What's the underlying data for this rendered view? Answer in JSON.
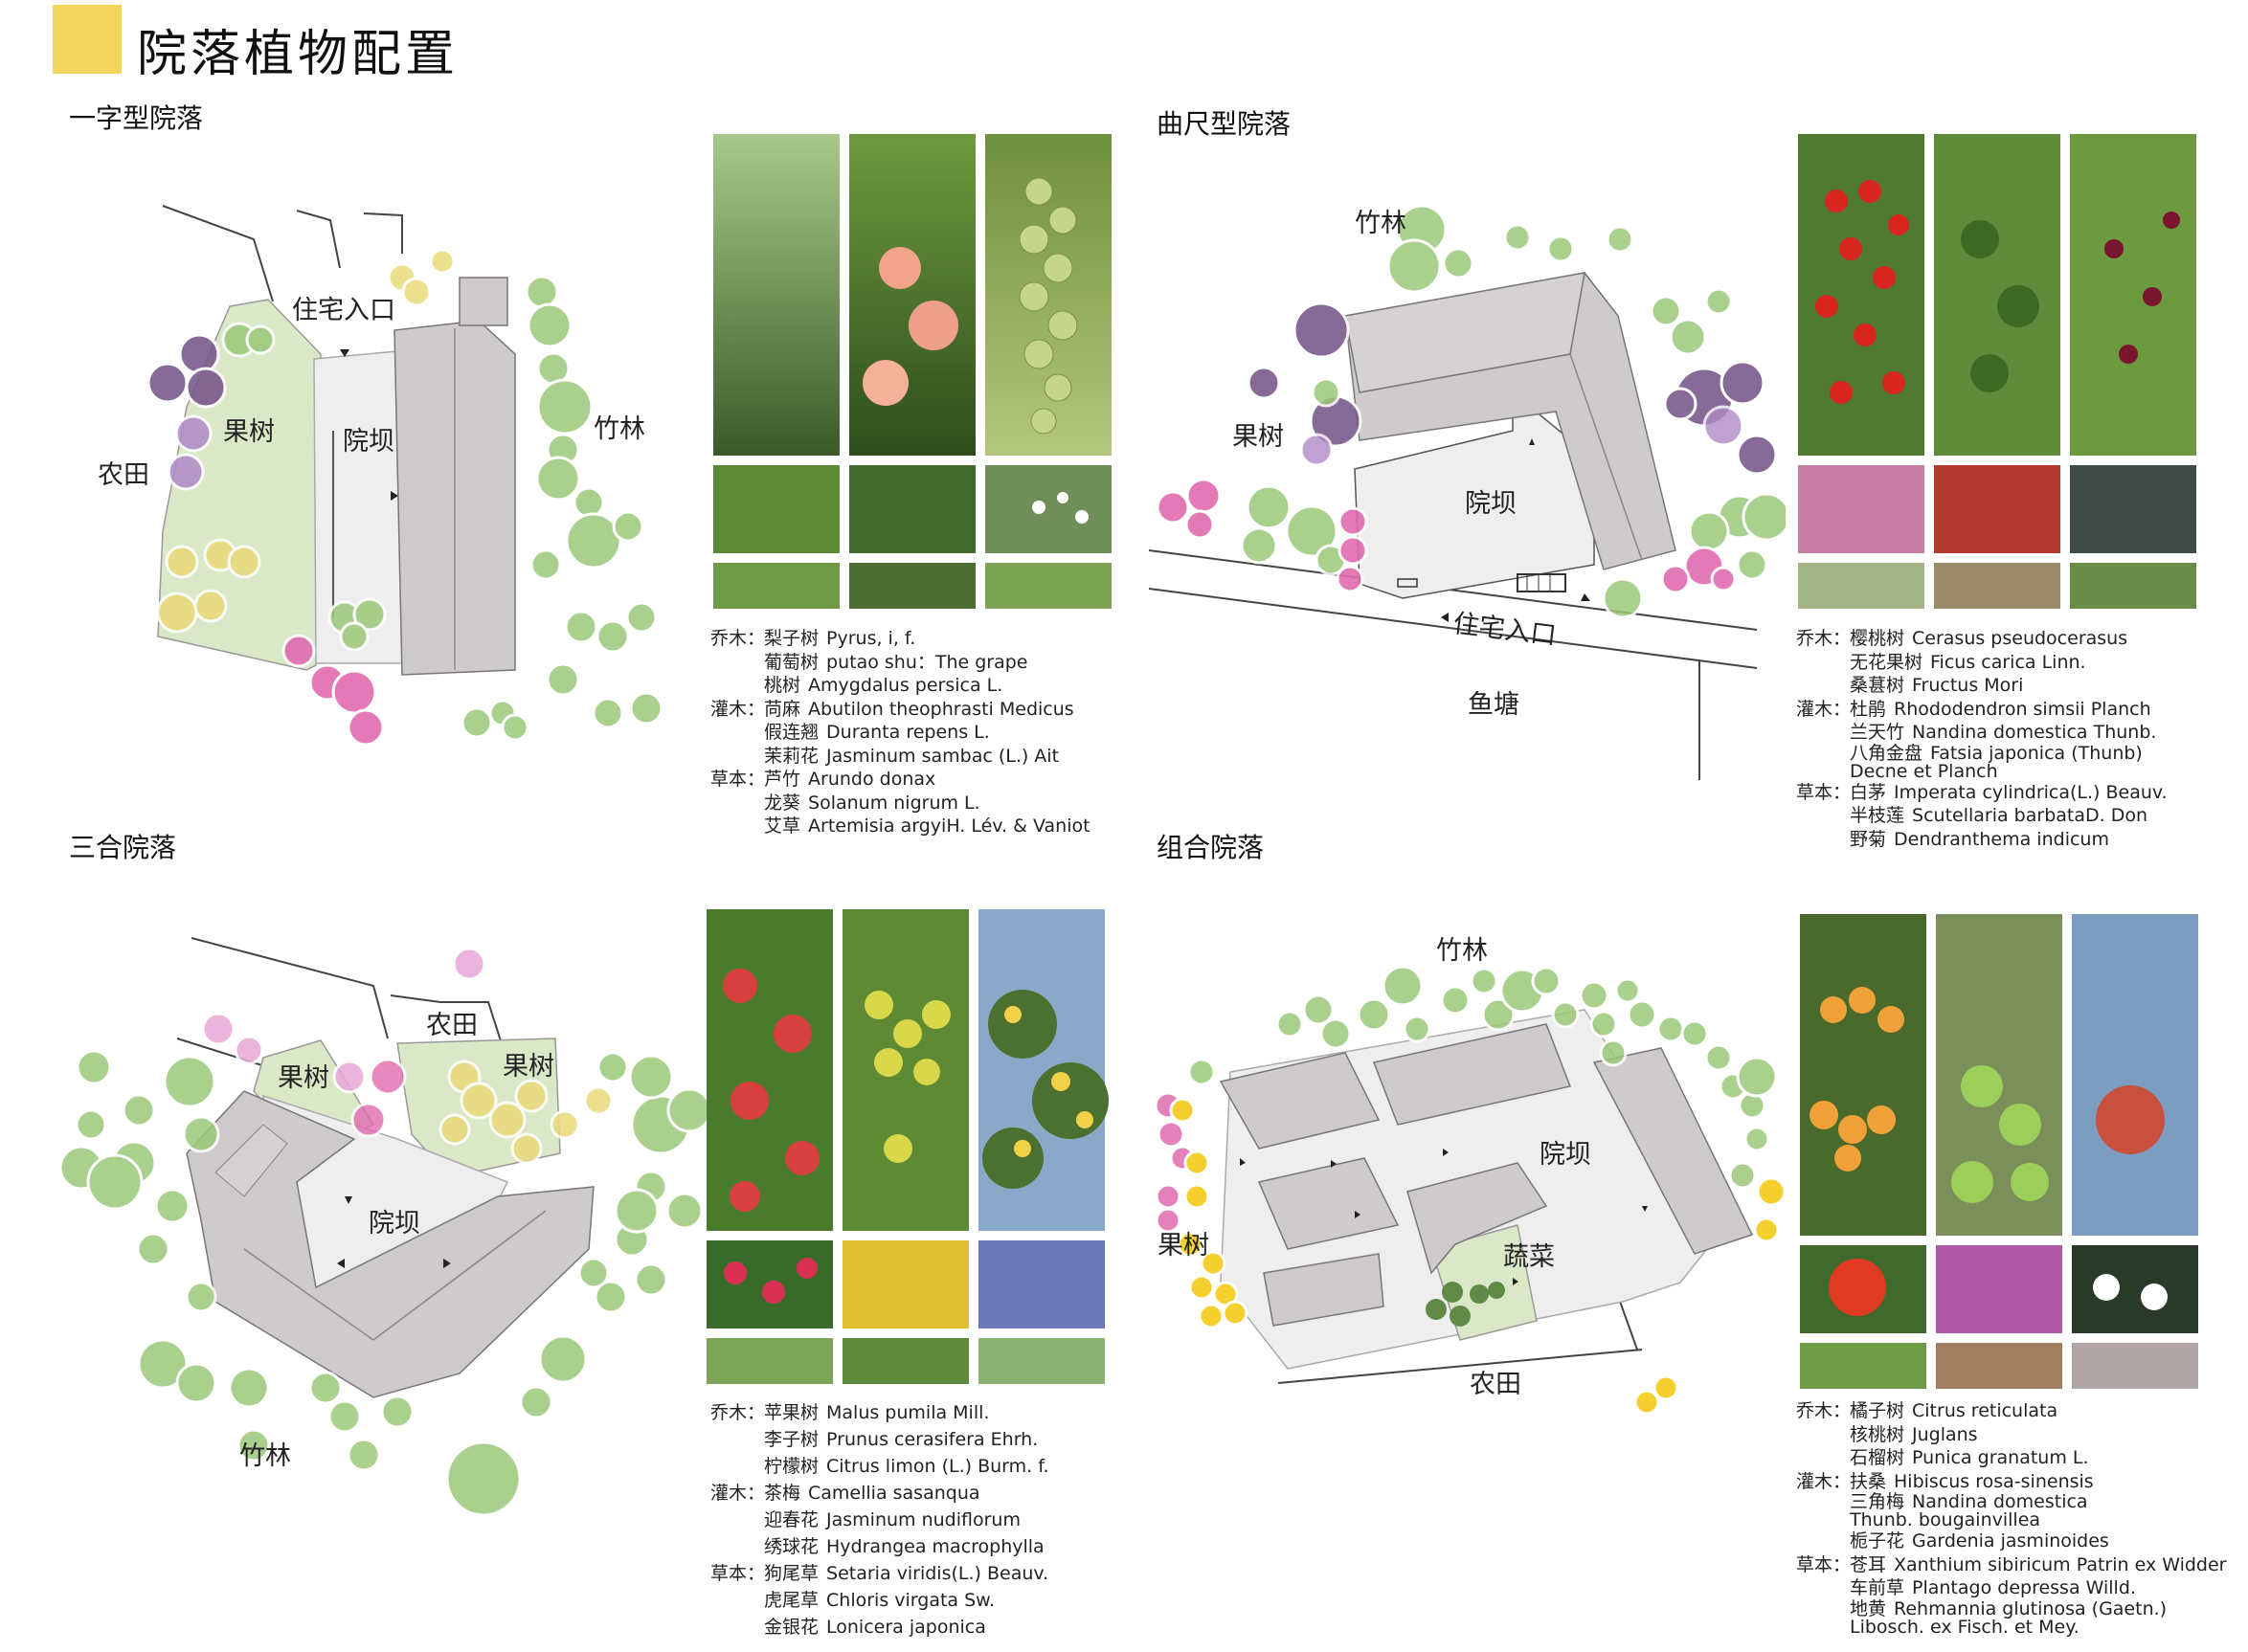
{
  "page_title": "院落植物配置",
  "colors": {
    "accent_yellow": "#f4d35e",
    "farmland_green": "#dbe8c8",
    "building_gray": "#cfcacc",
    "yard_gray": "#eeeeee",
    "tree_green": "#9cc87a",
    "tree_purple": "#7a5a8c",
    "tree_pink": "#e06cb0",
    "tree_yellow": "#eadb7a"
  },
  "sections": [
    {
      "title": "一字型院落",
      "labels": {
        "entrance": "住宅入口",
        "orchard": "果树",
        "yard": "院坝",
        "farmland": "农田",
        "bamboo": "竹林"
      },
      "plants": [
        {
          "category": "乔木：",
          "items": [
            {
              "cn": "梨子树",
              "latin": "Pyrus, i, f."
            },
            {
              "cn": "葡萄树",
              "latin": "putao shu：The grape"
            },
            {
              "cn": "桃树",
              "latin": "Amygdalus persica L."
            }
          ]
        },
        {
          "category": "灌木：",
          "items": [
            {
              "cn": "苘麻",
              "latin": "Abutilon theophrasti Medicus"
            },
            {
              "cn": "假连翘",
              "latin": "Duranta repens L."
            },
            {
              "cn": "茉莉花",
              "latin": "Jasminum sambac (L.) Ait"
            }
          ]
        },
        {
          "category": "草本：",
          "items": [
            {
              "cn": "芦竹",
              "latin": "Arundo donax"
            },
            {
              "cn": "龙葵",
              "latin": "Solanum nigrum L."
            },
            {
              "cn": "艾草",
              "latin": "Artemisia argyiH. Lév. & Vaniot"
            }
          ]
        }
      ]
    },
    {
      "title": "曲尺型院落",
      "labels": {
        "bamboo": "竹林",
        "orchard": "果树",
        "yard": "院坝",
        "entrance": "住宅入口",
        "pond": "鱼塘"
      },
      "plants": [
        {
          "category": "乔木：",
          "items": [
            {
              "cn": "樱桃树",
              "latin": "Cerasus pseudocerasus"
            },
            {
              "cn": "无花果树",
              "latin": "Ficus carica Linn."
            },
            {
              "cn": "桑葚树",
              "latin": "Fructus Mori"
            }
          ]
        },
        {
          "category": "灌木：",
          "items": [
            {
              "cn": "杜鹃",
              "latin": "Rhododendron simsii Planch"
            },
            {
              "cn": "兰天竹",
              "latin": "Nandina domestica Thunb."
            },
            {
              "cn": "八角金盘",
              "latin": "Fatsia japonica (Thunb) Decne et Planch"
            }
          ]
        },
        {
          "category": "草本：",
          "items": [
            {
              "cn": "白茅",
              "latin": "Imperata cylindrica(L.) Beauv."
            },
            {
              "cn": "半枝莲",
              "latin": "Scutellaria barbataD. Don"
            },
            {
              "cn": "野菊",
              "latin": "Dendranthema indicum"
            }
          ]
        }
      ]
    },
    {
      "title": "三合院落",
      "labels": {
        "farmland": "农田",
        "orchard_left": "果树",
        "orchard_right": "果树",
        "yard": "院坝",
        "bamboo": "竹林"
      },
      "plants": [
        {
          "category": "乔木：",
          "items": [
            {
              "cn": "苹果树",
              "latin": "Malus pumila Mill."
            },
            {
              "cn": "李子树",
              "latin": "Prunus cerasifera Ehrh."
            },
            {
              "cn": "柠檬树",
              "latin": "Citrus limon (L.) Burm. f."
            }
          ]
        },
        {
          "category": "灌木：",
          "items": [
            {
              "cn": "茶梅",
              "latin": "Camellia sasanqua"
            },
            {
              "cn": "迎春花",
              "latin": "Jasminum nudiflorum"
            },
            {
              "cn": "绣球花",
              "latin": "Hydrangea macrophylla"
            }
          ]
        },
        {
          "category": "草本：",
          "items": [
            {
              "cn": "狗尾草",
              "latin": "Setaria viridis(L.) Beauv."
            },
            {
              "cn": "虎尾草",
              "latin": "Chloris virgata Sw."
            },
            {
              "cn": "金银花",
              "latin": "Lonicera japonica"
            }
          ]
        }
      ]
    },
    {
      "title": "组合院落",
      "labels": {
        "bamboo": "竹林",
        "yard": "院坝",
        "orchard": "果树",
        "vegetable": "蔬菜",
        "farmland": "农田"
      },
      "plants": [
        {
          "category": "乔木：",
          "items": [
            {
              "cn": "橘子树",
              "latin": "Citrus reticulata"
            },
            {
              "cn": "核桃树",
              "latin": "Juglans"
            },
            {
              "cn": "石榴树",
              "latin": "Punica granatum L."
            }
          ]
        },
        {
          "category": "灌木：",
          "items": [
            {
              "cn": "扶桑",
              "latin": "Hibiscus rosa-sinensis"
            },
            {
              "cn": "三角梅",
              "latin": "Nandina domestica Thunb. bougainvillea"
            },
            {
              "cn": "栀子花",
              "latin": "Gardenia jasminoides"
            }
          ]
        },
        {
          "category": "草本：",
          "items": [
            {
              "cn": "苍耳",
              "latin": "Xanthium sibiricum Patrin ex Widder"
            },
            {
              "cn": "车前草",
              "latin": "Plantago depressa Willd."
            },
            {
              "cn": "地黄",
              "latin": "Rehmannia glutinosa (Gaetn.) Libosch. ex Fisch. et Mey."
            }
          ]
        }
      ]
    }
  ]
}
